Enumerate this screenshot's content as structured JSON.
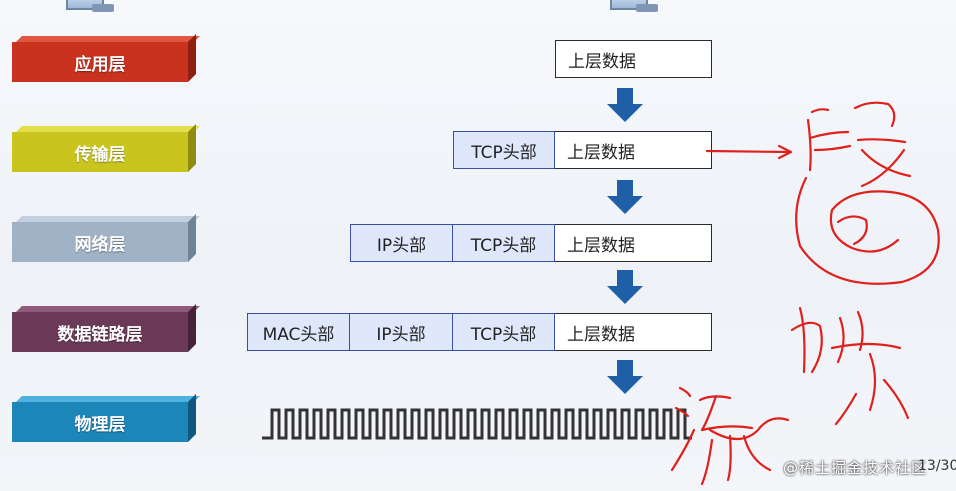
{
  "layers": [
    {
      "label": "应用层",
      "color": "#c8321f",
      "top_color": "#e0563f",
      "side_color": "#8f1f12"
    },
    {
      "label": "传输层",
      "color": "#c9c51e",
      "top_color": "#e2df4c",
      "side_color": "#8f8c10"
    },
    {
      "label": "网络层",
      "color": "#9fb2c6",
      "top_color": "#c1cfde",
      "side_color": "#6f8397"
    },
    {
      "label": "数据链路层",
      "color": "#6a3a58",
      "top_color": "#8f5a7c",
      "side_color": "#452338"
    },
    {
      "label": "物理层",
      "color": "#1d86b9",
      "top_color": "#4fb1de",
      "side_color": "#10587c"
    }
  ],
  "packets": {
    "app": {
      "data": "上层数据"
    },
    "transport": {
      "tcp": "TCP头部",
      "data": "上层数据"
    },
    "network": {
      "ip": "IP头部",
      "tcp": "TCP头部",
      "data": "上层数据"
    },
    "datalink": {
      "mac": "MAC头部",
      "ip": "IP头部",
      "tcp": "TCP头部",
      "data": "上层数据"
    }
  },
  "handwriting": {
    "color": "#e0201c"
  },
  "watermark": "@稀土掘金技术社区",
  "page_number": "13/30",
  "colors": {
    "arrow": "#1f5fa8",
    "header_fill": "#dfe8fb",
    "header_border": "#3c4fa8"
  }
}
